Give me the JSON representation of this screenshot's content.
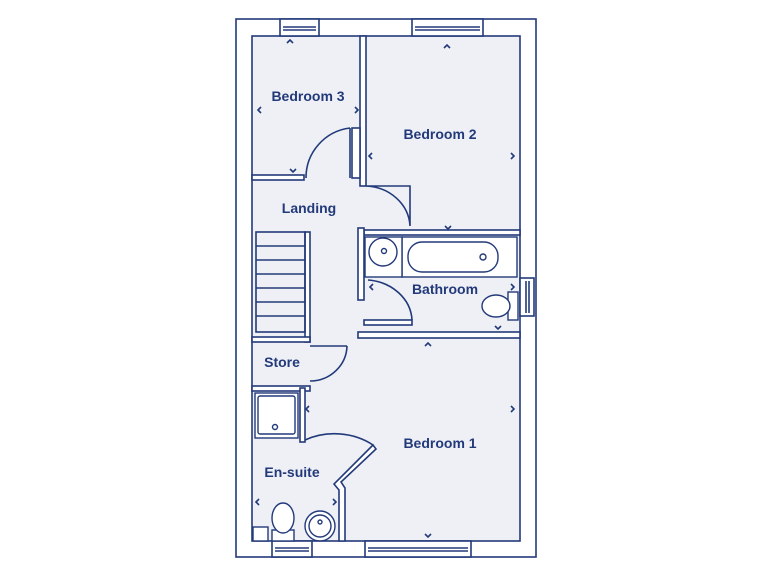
{
  "plan": {
    "rooms": [
      {
        "id": "bedroom-3",
        "label": "Bedroom 3"
      },
      {
        "id": "bedroom-2",
        "label": "Bedroom 2"
      },
      {
        "id": "landing",
        "label": "Landing"
      },
      {
        "id": "bathroom",
        "label": "Bathroom"
      },
      {
        "id": "store",
        "label": "Store"
      },
      {
        "id": "bedroom-1",
        "label": "Bedroom 1"
      },
      {
        "id": "en-suite",
        "label": "En-suite"
      }
    ],
    "colors": {
      "line": "#233a7a",
      "floor": "#eef0f5",
      "wall": "#ffffff"
    }
  }
}
